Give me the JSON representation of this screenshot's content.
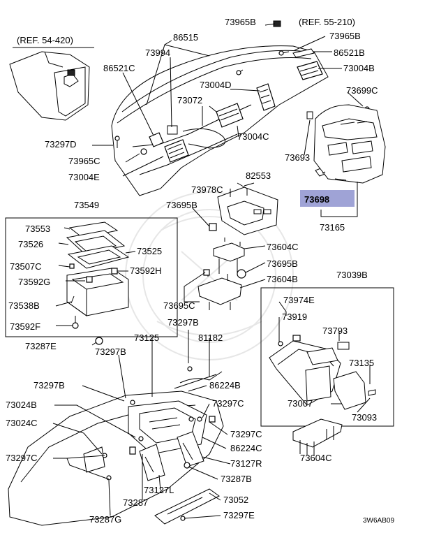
{
  "diagram": {
    "ref_left": "(REF. 54-420)",
    "ref_right": "(REF. 55-210)",
    "footer_code": "3W6AB09",
    "highlight_color": "#9fa3d6",
    "labels": {
      "p73965B_top": "73965B",
      "p86515": "86515",
      "p73965B_right": "73965B",
      "p73994": "73994",
      "p86521B": "86521B",
      "p86521C": "86521C",
      "p73004B": "73004B",
      "p73004D": "73004D",
      "p73699C": "73699C",
      "p73072": "73072",
      "p73004C": "73004C",
      "p73297D": "73297D",
      "p73965C": "73965C",
      "p73693": "73693",
      "p73004E": "73004E",
      "p82553": "82553",
      "p73978C": "73978C",
      "p73698": "73698",
      "p73549": "73549",
      "p73695B_top": "73695B",
      "p73165": "73165",
      "p73553": "73553",
      "p73526": "73526",
      "p73525": "73525",
      "p73604C_top": "73604C",
      "p73507C": "73507C",
      "p73695B_mid": "73695B",
      "p73592H": "73592H",
      "p73592G": "73592G",
      "p73604B": "73604B",
      "p73039B": "73039B",
      "p73974E": "73974E",
      "p73538B": "73538B",
      "p73695C": "73695C",
      "p73919": "73919",
      "p73592F": "73592F",
      "p73297B_a": "73297B",
      "p73793": "73793",
      "p73287E": "73287E",
      "p73125": "73125",
      "p81182": "81182",
      "p73297B_b": "73297B",
      "p73135": "73135",
      "p73297B_c": "73297B",
      "p86224B": "86224B",
      "p73024B": "73024B",
      "p73297C_a": "73297C",
      "p73007": "73007",
      "p73093": "73093",
      "p73024C": "73024C",
      "p73297C_b": "73297C",
      "p86224C": "86224C",
      "p73604C_bot": "73604C",
      "p73297C_c": "73297C",
      "p73127R": "73127R",
      "p73287B": "73287B",
      "p73127L": "73127L",
      "p73052": "73052",
      "p73287": "73287",
      "p73297E": "73297E",
      "p73287G": "73287G"
    }
  }
}
